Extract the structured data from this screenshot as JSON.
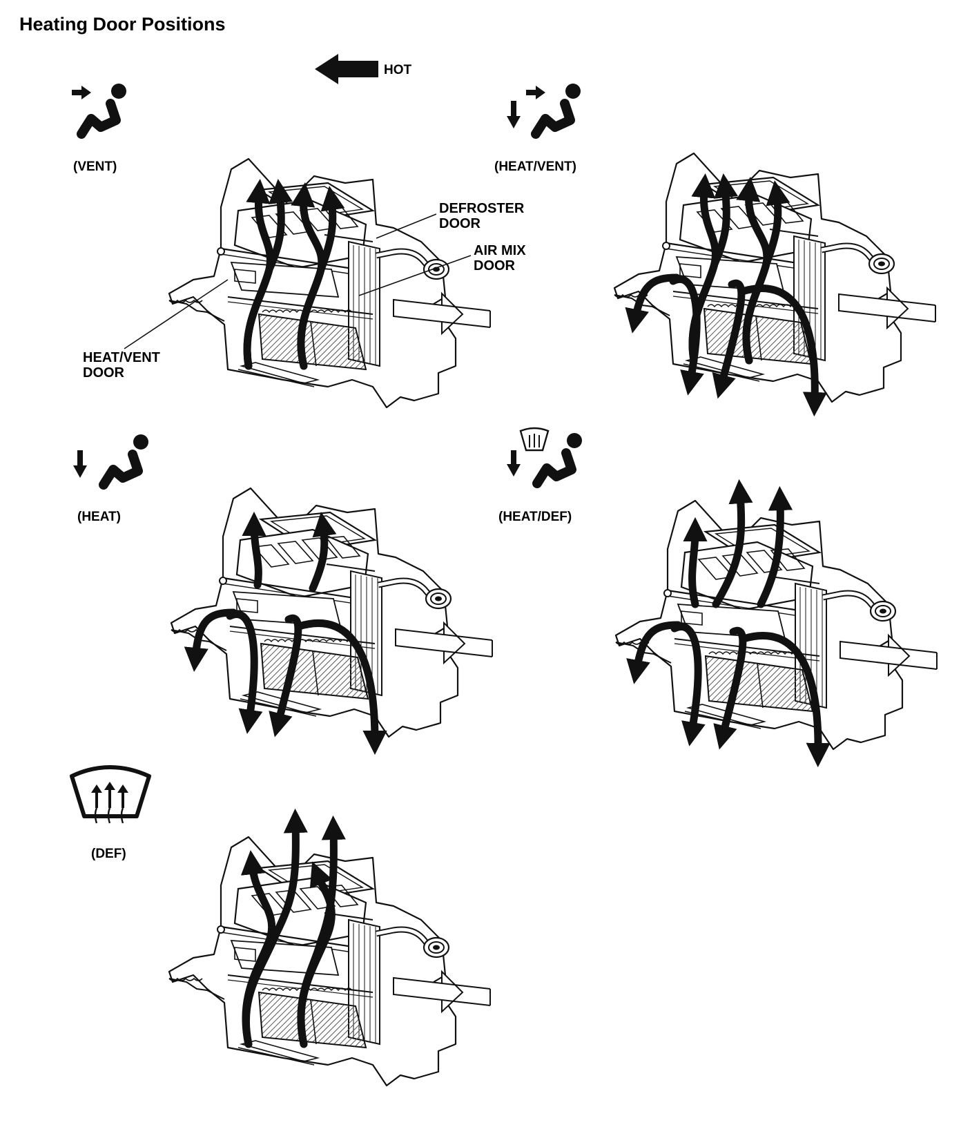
{
  "title": "Heating Door Positions",
  "hot_label": "HOT",
  "modes": [
    {
      "label": "(VENT)",
      "icon": "vent-mode-icon"
    },
    {
      "label": "(HEAT/VENT)",
      "icon": "heat-vent-mode-icon"
    },
    {
      "label": "(HEAT)",
      "icon": "heat-mode-icon"
    },
    {
      "label": "(HEAT/DEF)",
      "icon": "heat-def-mode-icon"
    },
    {
      "label": "(DEF)",
      "icon": "def-mode-icon"
    }
  ],
  "callouts": {
    "defroster_door": [
      "DEFROSTER",
      "DOOR"
    ],
    "air_mix_door": [
      "AIR MIX",
      "DOOR"
    ],
    "heat_vent_door": [
      "HEAT/VENT",
      "DOOR"
    ]
  },
  "colors": {
    "ink": "#111111",
    "paper": "#ffffff",
    "hatch": "#555555"
  }
}
